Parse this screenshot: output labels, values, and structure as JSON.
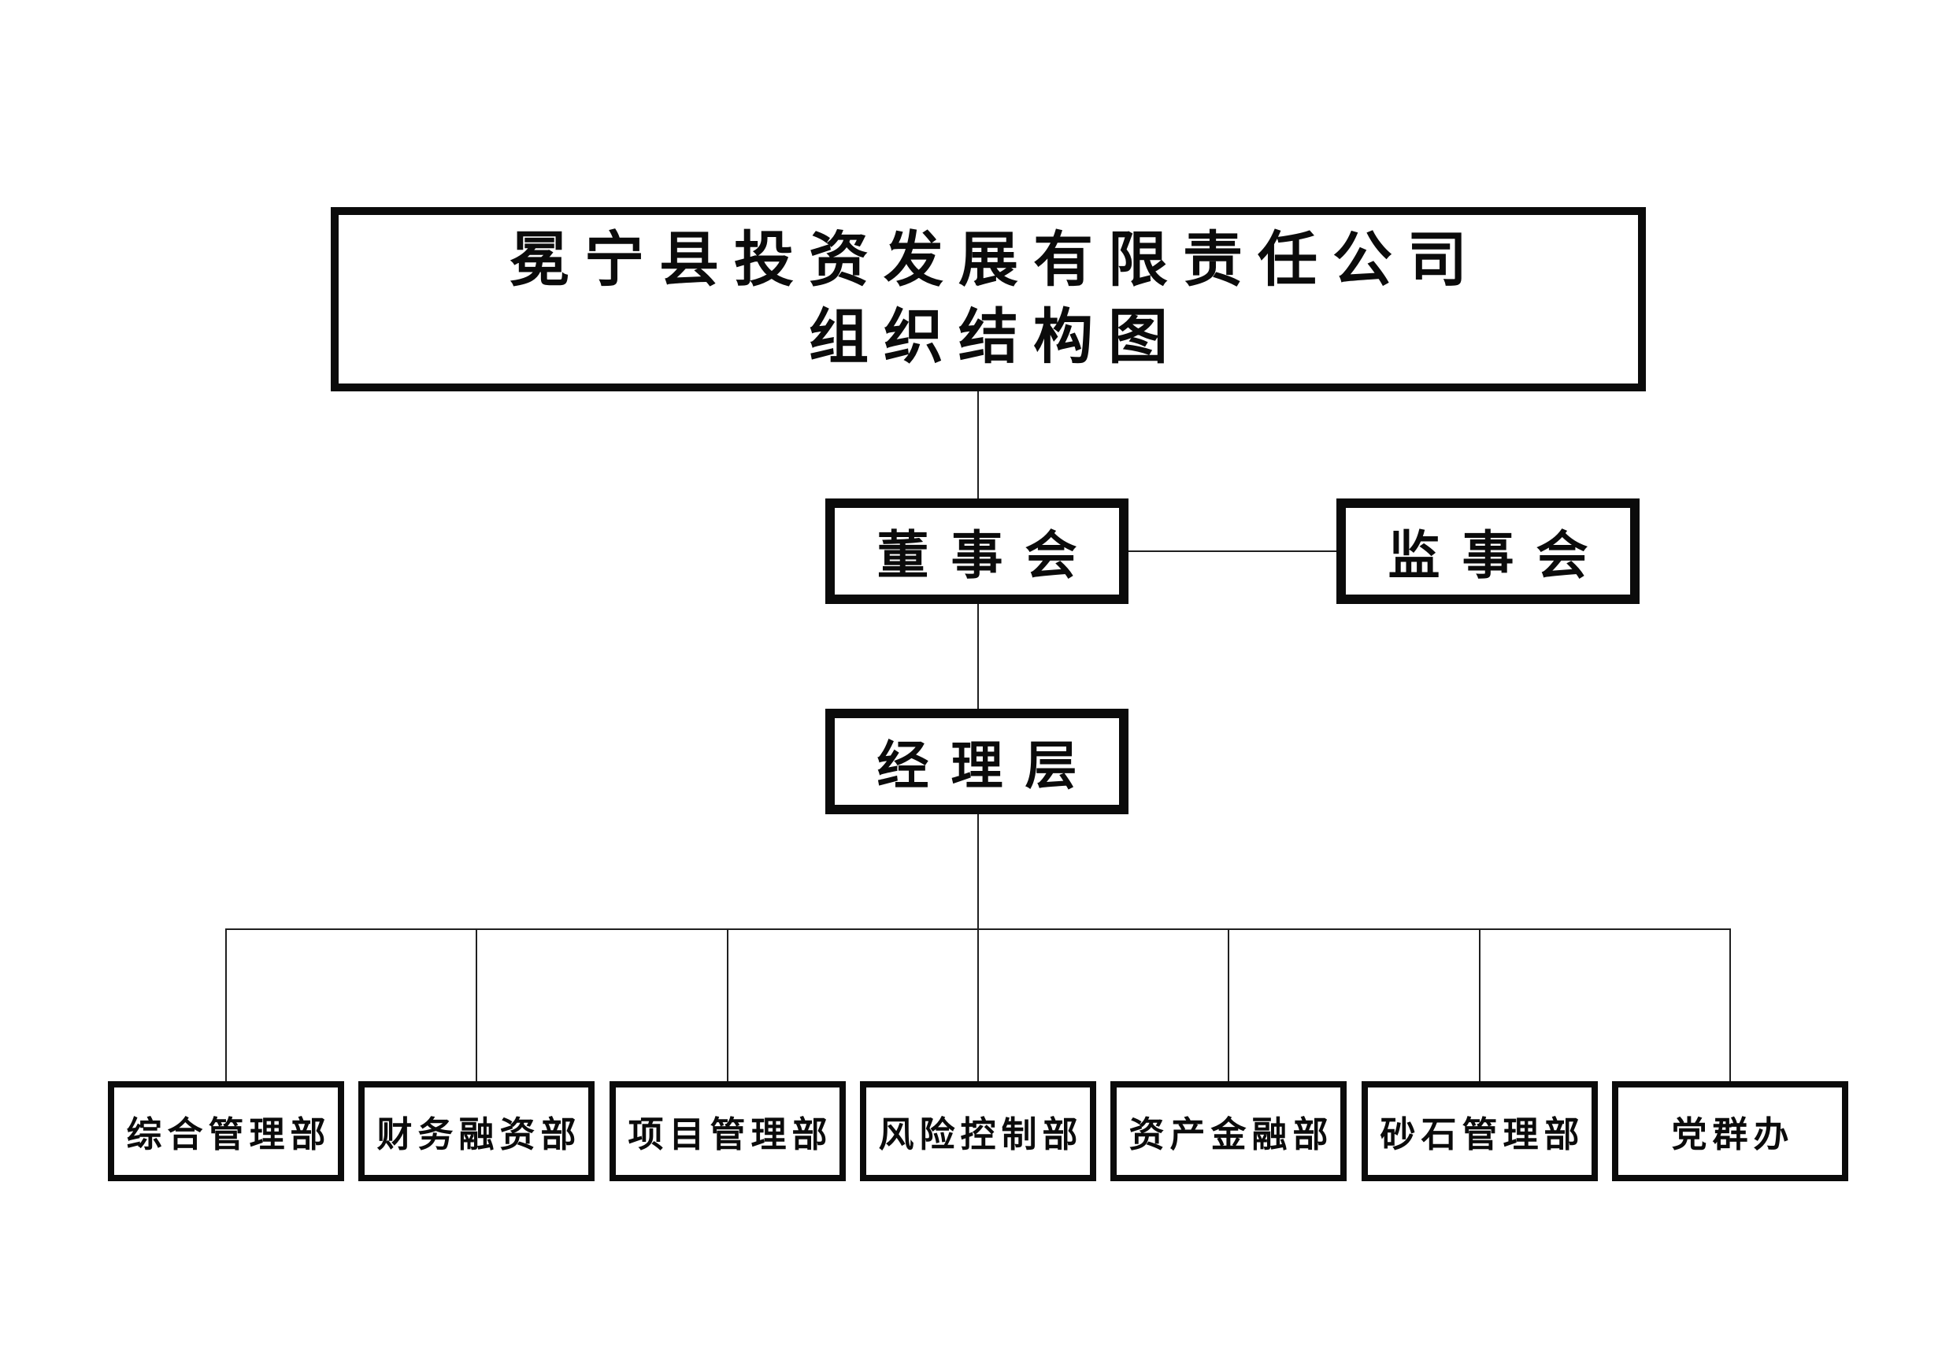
{
  "page": {
    "background": "#ffffff",
    "ink_color": "#0b0b0b",
    "connector_color": "#1f1f1f"
  },
  "org": {
    "title_line1": "冕宁县投资发展有限责任公司",
    "title_line2": "组织结构图",
    "board": {
      "label": "董事会"
    },
    "supervisors": {
      "label": "监事会"
    },
    "management": {
      "label": "经理层"
    },
    "departments": [
      {
        "label": "综合管理部"
      },
      {
        "label": "财务融资部"
      },
      {
        "label": "项目管理部"
      },
      {
        "label": "风险控制部"
      },
      {
        "label": "资产金融部"
      },
      {
        "label": "砂石管理部"
      },
      {
        "label": "党群办"
      }
    ]
  }
}
